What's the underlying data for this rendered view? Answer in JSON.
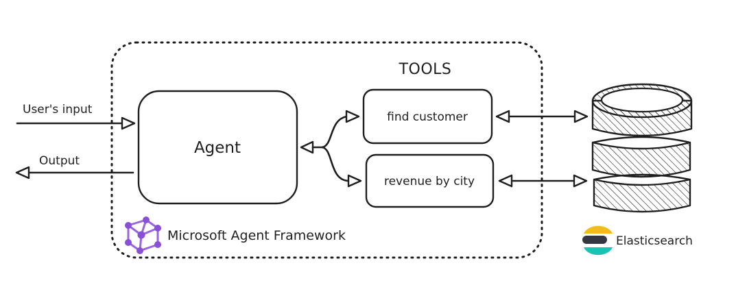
{
  "inputs": {
    "user_input": "User's input",
    "output": "Output"
  },
  "agent": {
    "label": "Agent"
  },
  "tools": {
    "title": "TOOLS",
    "items": [
      {
        "label": "find customer"
      },
      {
        "label": "revenue by city"
      }
    ]
  },
  "framework": {
    "label": "Microsoft Agent Framework",
    "icon": "microsoft-agent-framework-logo",
    "color": "#8a4fd8"
  },
  "database": {
    "label": "Elasticsearch",
    "icon": "elasticsearch-logo",
    "colors": [
      "#f0bd1b",
      "#343741",
      "#1ec2b4"
    ]
  }
}
